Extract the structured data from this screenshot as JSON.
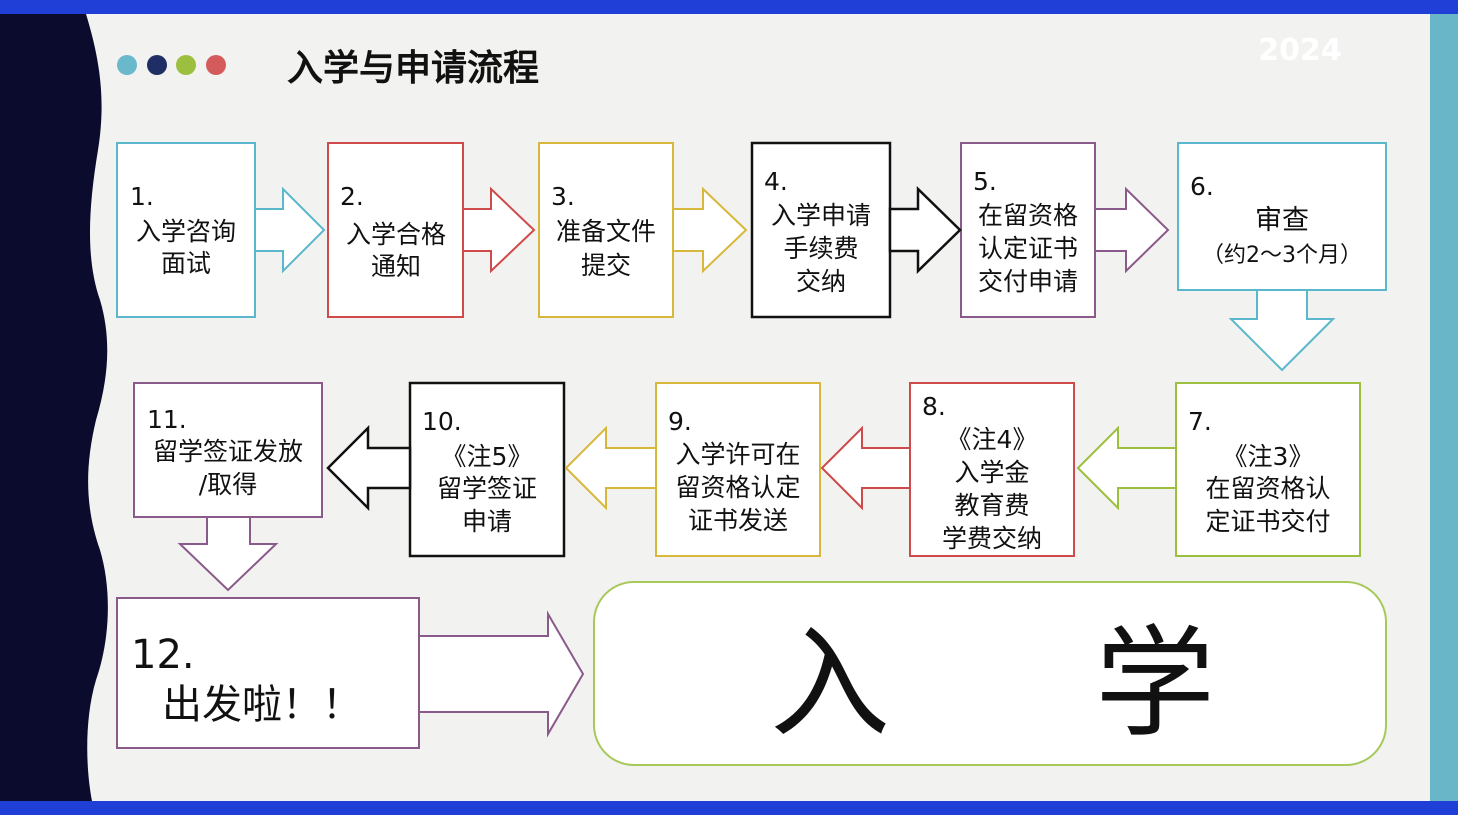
{
  "header": {
    "title": "入学与申请流程",
    "year": "2024",
    "dots": [
      "#6ab8cc",
      "#1f2f66",
      "#9cbf3f",
      "#d45b5b"
    ]
  },
  "colors": {
    "top_bar": "#1f3fd6",
    "left_band": "#0b0b2e",
    "right_stripe": "#6ab6c9",
    "background": "#f2f2f0",
    "box_fill": "#ffffff",
    "final_border": "#a6c95a"
  },
  "steps": [
    {
      "num": "1.",
      "lines": [
        "入学咨询",
        "面试"
      ],
      "color": "#5bb7cc"
    },
    {
      "num": "2.",
      "lines": [
        "入学合格",
        "通知"
      ],
      "color": "#cf4a4a"
    },
    {
      "num": "3.",
      "lines": [
        "准备文件",
        "提交"
      ],
      "color": "#d7b83a"
    },
    {
      "num": "4.",
      "lines": [
        "入学申请",
        "手续费",
        "交纳"
      ],
      "color": "#111111"
    },
    {
      "num": "5.",
      "lines": [
        "在留资格",
        "认定证书",
        "交付申请"
      ],
      "color": "#8a5a8a"
    },
    {
      "num": "6.",
      "lines": [
        "审查",
        "（约2～3个月）"
      ],
      "color": "#5bb7cc"
    },
    {
      "num": "7.",
      "lines": [
        "《注3》",
        "在留资格认",
        "定证书交付"
      ],
      "color": "#9cbf3f"
    },
    {
      "num": "8.",
      "lines": [
        "《注4》",
        "入学金",
        "教育费",
        "学费交纳"
      ],
      "color": "#cf4a4a"
    },
    {
      "num": "9.",
      "lines": [
        "入学许可在",
        "留资格认定",
        "证书发送"
      ],
      "color": "#d7b83a"
    },
    {
      "num": "10.",
      "lines": [
        "《注5》",
        "留学签证",
        "申请"
      ],
      "color": "#111111"
    },
    {
      "num": "11.",
      "lines": [
        "留学签证发放",
        "/取得"
      ],
      "color": "#8a5a8a"
    },
    {
      "num": "12.",
      "lines": [
        "出发啦！！"
      ],
      "color": "#8a5a8a"
    }
  ],
  "final_box": {
    "chars": [
      "入",
      "学"
    ]
  }
}
